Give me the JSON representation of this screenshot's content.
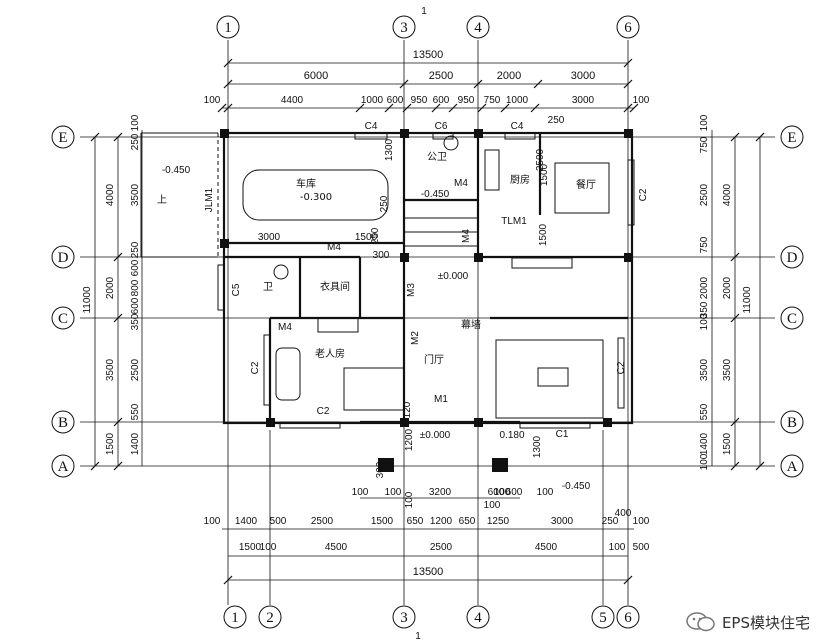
{
  "axes": {
    "top": [
      "1",
      "3",
      "4",
      "6"
    ],
    "bottom": [
      "1",
      "2",
      "3",
      "4",
      "5",
      "6"
    ],
    "left": [
      "E",
      "D",
      "C",
      "B",
      "A"
    ],
    "right": [
      "E",
      "D",
      "C",
      "B",
      "A"
    ]
  },
  "section_mark": "1",
  "dims_top": {
    "total": "13500",
    "row2": [
      "6000",
      "2500",
      "2000",
      "3000"
    ],
    "row3": [
      "100",
      "4400",
      "1000",
      "600",
      "950",
      "600",
      "950",
      "750",
      "1000",
      "3000",
      "100"
    ]
  },
  "dims_bottom": {
    "row1": [
      "100",
      "1400",
      "500",
      "2500",
      "1500",
      "650",
      "1200",
      "650",
      "1250",
      "3000",
      "250",
      "100"
    ],
    "row2": [
      "1500",
      "100",
      "4500",
      "2500",
      "4500",
      "100",
      "500"
    ],
    "total": "13500",
    "step": [
      "100",
      "100",
      "3200",
      "600",
      "100",
      "600",
      "100"
    ],
    "misc": [
      "400"
    ]
  },
  "dims_left": {
    "total": "11000",
    "outer": [
      "4000",
      "2000",
      "3500",
      "1500"
    ],
    "inner": [
      "250",
      "100",
      "3500",
      "250",
      "600",
      "800",
      "600",
      "350",
      "2500",
      "550",
      "1400"
    ]
  },
  "dims_right": {
    "total": "11000",
    "outer": [
      "4000",
      "2000",
      "3500",
      "1500"
    ],
    "inner": [
      "100",
      "750",
      "2500",
      "750",
      "2000",
      "100",
      "350",
      "3500",
      "550",
      "1400",
      "100"
    ]
  },
  "rooms": {
    "garage": "车库",
    "garage_level": "-0.300",
    "toilet1": "公卫",
    "kitchen": "厨房",
    "dining": "餐厅",
    "bath": "卫",
    "laundry": "衣具间",
    "elderly": "老人房",
    "foyer": "门厅",
    "screen": "幕墙",
    "stair_up": "上"
  },
  "labels": {
    "levels": [
      "-0.450",
      "-0.450",
      "±0.000",
      "±0.000",
      "0.180",
      "-0.450"
    ],
    "windows": [
      "C4",
      "C6",
      "C4",
      "C5",
      "C2",
      "C2",
      "C2",
      "C2",
      "C1"
    ],
    "doors": [
      "JLM1",
      "M4",
      "M4",
      "M4",
      "M4",
      "M3",
      "M2",
      "M1",
      "TLM1"
    ],
    "misc": [
      "1300",
      "250",
      "1500",
      "1500",
      "250",
      "2500",
      "3000",
      "1500",
      "300",
      "1200",
      "300",
      "1300",
      "100",
      "100",
      "250",
      "120"
    ]
  },
  "watermark": "EPS模块住宅"
}
